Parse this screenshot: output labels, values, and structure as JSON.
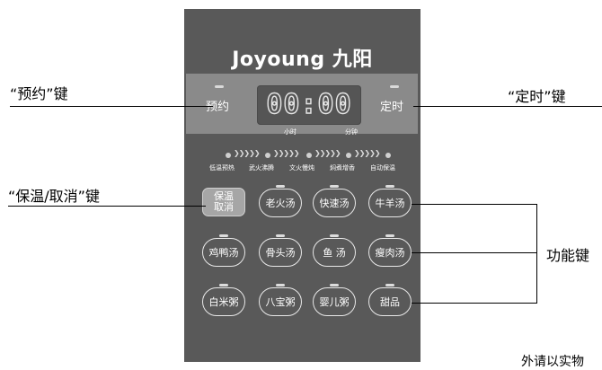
{
  "brand": "Joyoung 九阳",
  "band": {
    "left_label": "预约",
    "right_label": "定时",
    "display": "00:00",
    "hour_label": "小时",
    "minute_label": "分钟"
  },
  "modes": [
    "低温预热",
    "武火沸腾",
    "文火慢炖",
    "焖煮增香",
    "自动保温"
  ],
  "buttons": {
    "keep_warm": [
      "保温",
      "取消"
    ],
    "row1": [
      "老火汤",
      "快速汤",
      "牛羊汤"
    ],
    "row2": [
      "鸡鸭汤",
      "骨头汤",
      "鱼 汤",
      "瘦肉汤"
    ],
    "row3": [
      "白米粥",
      "八宝粥",
      "婴儿粥",
      "甜品"
    ]
  },
  "callouts": {
    "reserve_key": "“预约”键",
    "timer_key": "“定时”键",
    "keep_warm_key": "“保温/取消”键",
    "function_keys": "功能键",
    "cut_text": "外请以实物"
  }
}
